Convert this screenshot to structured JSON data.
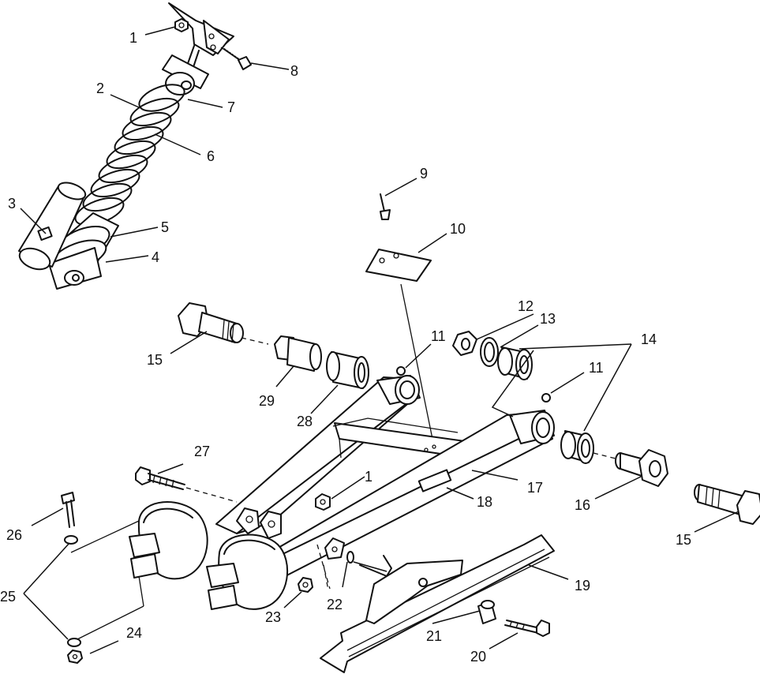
{
  "callouts": [
    {
      "id": "1",
      "label": "1"
    },
    {
      "id": "2",
      "label": "2"
    },
    {
      "id": "3",
      "label": "3"
    },
    {
      "id": "4",
      "label": "4"
    },
    {
      "id": "5",
      "label": "5"
    },
    {
      "id": "6",
      "label": "6"
    },
    {
      "id": "7",
      "label": "7"
    },
    {
      "id": "8",
      "label": "8"
    },
    {
      "id": "9",
      "label": "9"
    },
    {
      "id": "10",
      "label": "10"
    },
    {
      "id": "11a",
      "label": "11"
    },
    {
      "id": "11b",
      "label": "11"
    },
    {
      "id": "12",
      "label": "12"
    },
    {
      "id": "13",
      "label": "13"
    },
    {
      "id": "14",
      "label": "14"
    },
    {
      "id": "15a",
      "label": "15"
    },
    {
      "id": "15b",
      "label": "15"
    },
    {
      "id": "16",
      "label": "16"
    },
    {
      "id": "17",
      "label": "17"
    },
    {
      "id": "18",
      "label": "18"
    },
    {
      "id": "19",
      "label": "19"
    },
    {
      "id": "20",
      "label": "20"
    },
    {
      "id": "21",
      "label": "21"
    },
    {
      "id": "22",
      "label": "22"
    },
    {
      "id": "23",
      "label": "23"
    },
    {
      "id": "24",
      "label": "24"
    },
    {
      "id": "25",
      "label": "25"
    },
    {
      "id": "26",
      "label": "26"
    },
    {
      "id": "27",
      "label": "27"
    },
    {
      "id": "28",
      "label": "28"
    },
    {
      "id": "29",
      "label": "29"
    },
    {
      "id": "1b",
      "label": "1"
    }
  ]
}
